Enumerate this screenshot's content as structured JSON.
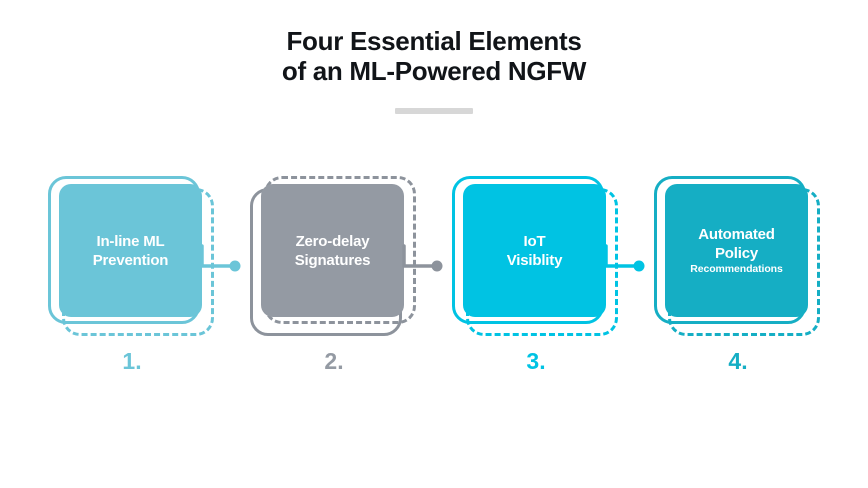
{
  "header": {
    "title_line_1": "Four Essential Elements",
    "title_line_2": "of an ML-Powered NGFW",
    "divider_color": "#d7d7d7",
    "title_color": "#111418"
  },
  "cards": [
    {
      "number": "1.",
      "label": "In-line ML\nPrevention",
      "label_line_1": "In-line ML",
      "label_line_2": "Prevention",
      "sublabel": "",
      "fill_color": "#6bc5d8",
      "outline_color": "#6bc5d8",
      "solid_offset": "up-left",
      "dashed_offset": "down-right"
    },
    {
      "number": "2.",
      "label": "Zero-delay\nSignatures",
      "label_line_1": "Zero-delay",
      "label_line_2": "Signatures",
      "sublabel": "",
      "fill_color": "#949aa3",
      "outline_color": "#8d939c",
      "solid_offset": "down-left",
      "dashed_offset": "up-right"
    },
    {
      "number": "3.",
      "label": "IoT\nVisiblity",
      "label_line_1": "IoT",
      "label_line_2": "Visiblity",
      "sublabel": "",
      "fill_color": "#00c3e3",
      "outline_color": "#00c3e3",
      "solid_offset": "up-left",
      "dashed_offset": "down-right"
    },
    {
      "number": "4.",
      "label": "Automated\nPolicy",
      "label_line_1": "Automated",
      "label_line_2": "Policy",
      "sublabel": "Recommendations",
      "fill_color": "#15aec4",
      "outline_color": "#15aec4",
      "solid_offset": "up-left",
      "dashed_offset": "down-right"
    }
  ],
  "connectors": [
    {
      "from": "1",
      "to": "2",
      "color": "#6bc5d8"
    },
    {
      "from": "2",
      "to": "3",
      "color": "#8d939c"
    },
    {
      "from": "3",
      "to": "4",
      "color": "#00c3e3"
    }
  ],
  "colors": {
    "card_1": "#6bc5d8",
    "card_2": "#949aa3",
    "card_3": "#00c3e3",
    "card_4": "#15aec4",
    "background": "#ffffff"
  }
}
